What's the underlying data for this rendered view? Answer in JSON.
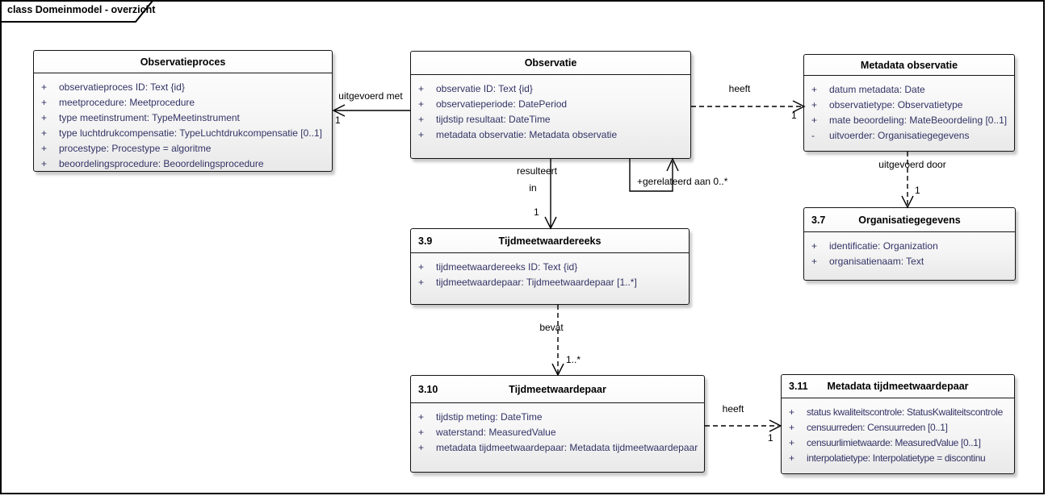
{
  "frame": {
    "tab_label": "class Domeinmodel - overzicht"
  },
  "colors": {
    "attribute_text": "#333366",
    "title_text": "#000000",
    "box_border": "#141414",
    "connector": "#000000",
    "box_fill_bottom": "#e9e9e9"
  },
  "classes": [
    {
      "key": "observatieproces",
      "number": "",
      "title": "Observatieproces",
      "attributes": [
        {
          "vis": "+",
          "text": "observatieproces ID: Text {id}"
        },
        {
          "vis": "+",
          "text": "meetprocedure: Meetprocedure"
        },
        {
          "vis": "+",
          "text": "type meetinstrument: TypeMeetinstrument"
        },
        {
          "vis": "+",
          "text": "type luchtdrukcompensatie: TypeLuchtdrukcompensatie [0..1]"
        },
        {
          "vis": "+",
          "text": "procestype: Procestype = algoritme"
        },
        {
          "vis": "+",
          "text": "beoordelingsprocedure: Beoordelingsprocedure"
        }
      ]
    },
    {
      "key": "observatie",
      "number": "",
      "title": "Observatie",
      "attributes": [
        {
          "vis": "+",
          "text": "observatie ID: Text {id}"
        },
        {
          "vis": "+",
          "text": "observatieperiode: DatePeriod"
        },
        {
          "vis": "+",
          "text": "tijdstip resultaat: DateTime"
        },
        {
          "vis": "+",
          "text": "metadata observatie: Metadata observatie"
        }
      ]
    },
    {
      "key": "metadata-observatie",
      "number": "",
      "title": "Metadata observatie",
      "attributes": [
        {
          "vis": "+",
          "text": "datum metadata: Date"
        },
        {
          "vis": "+",
          "text": "observatietype: Observatietype"
        },
        {
          "vis": "+",
          "text": "mate beoordeling: MateBeoordeling [0..1]"
        },
        {
          "vis": "-",
          "text": "uitvoerder: Organisatiegegevens"
        }
      ]
    },
    {
      "key": "tijdmeetwaardereeks",
      "number": "3.9",
      "title": "Tijdmeetwaardereeks",
      "attributes": [
        {
          "vis": "+",
          "text": "tijdmeetwaardereeks ID: Text {id}"
        },
        {
          "vis": "+",
          "text": "tijdmeetwaardepaar: Tijdmeetwaardepaar [1..*]"
        }
      ]
    },
    {
      "key": "organisatiegegevens",
      "number": "3.7",
      "title": "Organisatiegegevens",
      "attributes": [
        {
          "vis": "+",
          "text": "identificatie: Organization"
        },
        {
          "vis": "+",
          "text": "organisatienaam: Text"
        }
      ]
    },
    {
      "key": "tijdmeetwaardepaar",
      "number": "3.10",
      "title": "Tijdmeetwaardepaar",
      "attributes": [
        {
          "vis": "+",
          "text": "tijdstip meting: DateTime"
        },
        {
          "vis": "+",
          "text": "waterstand: MeasuredValue"
        },
        {
          "vis": "+",
          "text": "metadata tijdmeetwaardepaar: Metadata tijdmeetwaardepaar"
        }
      ]
    },
    {
      "key": "metadata-tijdmeetwaardepaar",
      "number": "3.11",
      "title": "Metadata tijdmeetwaardepaar",
      "attributes": [
        {
          "vis": "+",
          "text": "status kwaliteitscontrole: StatusKwaliteitscontrole"
        },
        {
          "vis": "+",
          "text": "censuurreden: Censuurreden [0..1]"
        },
        {
          "vis": "+",
          "text": "censuurlimietwaarde: MeasuredValue [0..1]"
        },
        {
          "vis": "+",
          "text": "interpolatietype: Interpolatietype = discontinu"
        }
      ]
    }
  ],
  "connectors": [
    {
      "name": "uitgevoerd-met",
      "label": "uitgevoerd met",
      "target_multiplicity": "1"
    },
    {
      "name": "heeft-metadata-observatie",
      "label": "heeft",
      "target_multiplicity": "1"
    },
    {
      "name": "resulteert-in",
      "label_line1": "resulteert",
      "label_line2": "in",
      "target_multiplicity": "1"
    },
    {
      "name": "gerelateerd-aan",
      "label": "+gerelateerd aan 0..*"
    },
    {
      "name": "uitgevoerd-door",
      "label": "uitgevoerd door",
      "target_multiplicity": "1"
    },
    {
      "name": "bevat",
      "label": "bevat",
      "target_multiplicity": "1..*"
    },
    {
      "name": "heeft-metadata-tijdmeetwaardepaar",
      "label": "heeft",
      "target_multiplicity": "1"
    }
  ]
}
